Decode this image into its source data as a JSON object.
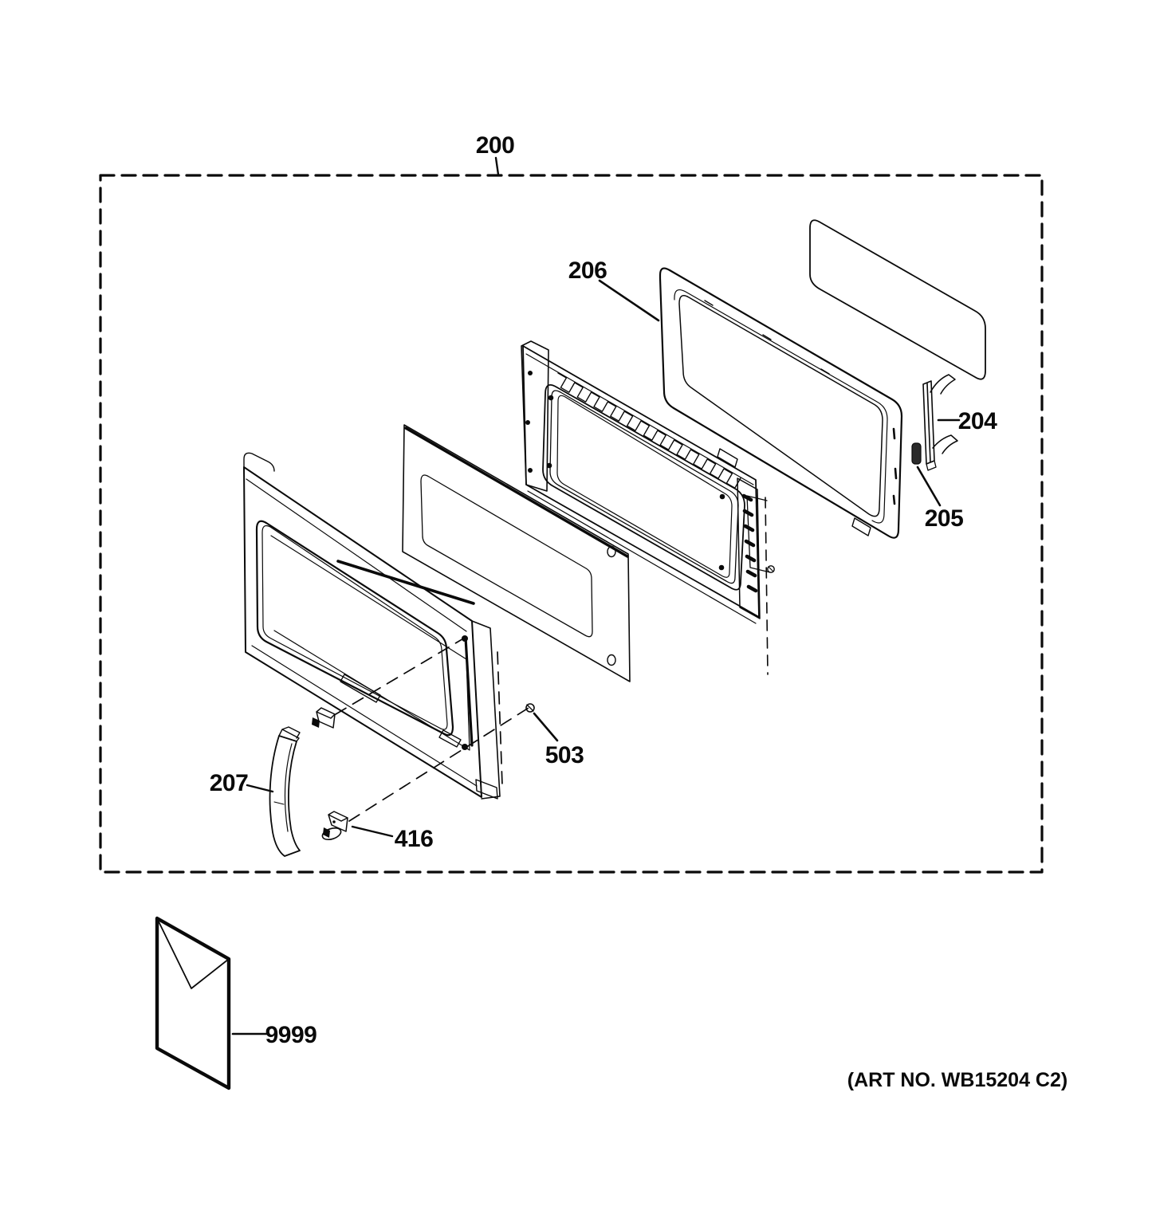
{
  "diagram": {
    "labels": {
      "assembly": "200",
      "choke_cover": "206",
      "latch_lever": "204",
      "latch_spring": "205",
      "screw": "503",
      "handle": "207",
      "latch_body": "416",
      "literature_kit": "9999"
    },
    "art_no": "(ART NO. WB15204 C2)",
    "colors": {
      "line": "#0a0a0a",
      "background": "#ffffff"
    }
  }
}
